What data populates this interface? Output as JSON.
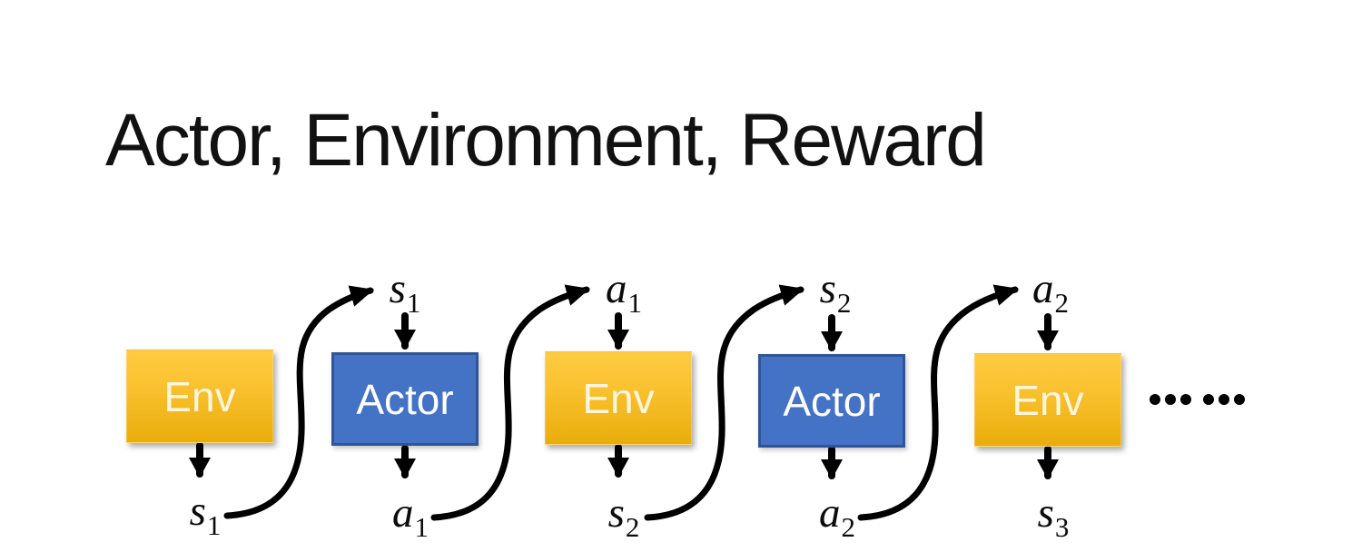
{
  "slide": {
    "title": "Actor, Environment, Reward"
  },
  "diagram": {
    "boxes": [
      {
        "label": "Env",
        "type": "env"
      },
      {
        "label": "Actor",
        "type": "actor"
      },
      {
        "label": "Env",
        "type": "env"
      },
      {
        "label": "Actor",
        "type": "actor"
      },
      {
        "label": "Env",
        "type": "env"
      }
    ],
    "top_labels": [
      {
        "base": "s",
        "sub": "1"
      },
      {
        "base": "a",
        "sub": "1"
      },
      {
        "base": "s",
        "sub": "2"
      },
      {
        "base": "a",
        "sub": "2"
      }
    ],
    "bottom_labels": [
      {
        "base": "s",
        "sub": "1"
      },
      {
        "base": "a",
        "sub": "1"
      },
      {
        "base": "s",
        "sub": "2"
      },
      {
        "base": "a",
        "sub": "2"
      },
      {
        "base": "s",
        "sub": "3"
      }
    ],
    "ellipsis": "……",
    "colors": {
      "env_gradient_top": "#FECB41",
      "env_gradient_bottom": "#E9AD0B",
      "env_text": "#FDF6DE",
      "actor_fill": "#4472C4",
      "actor_border": "#2F5597",
      "actor_text": "#FFFFFF",
      "arrow": "#000000",
      "title_text": "#111111",
      "background": "#FFFFFF"
    }
  }
}
